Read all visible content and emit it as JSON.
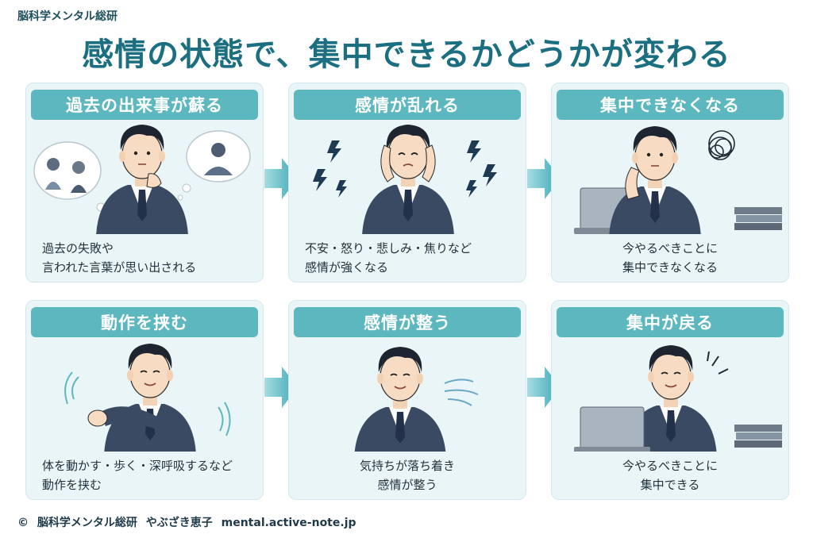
{
  "org_name": "脳科学メンタル総研",
  "title": "感情の状態で、集中できるかどうかが変わる",
  "cards": [
    {
      "heading": "過去の出来事が蘇る",
      "description": "過去の失敗や\n言われた言葉が思い出される"
    },
    {
      "heading": "感情が乱れる",
      "description": "不安・怒り・悲しみ・焦りなど\n感情が強くなる"
    },
    {
      "heading": "集中できなくなる",
      "description": "今やるべきことに\n集中できなくなる"
    },
    {
      "heading": "動作を挟む",
      "description": "体を動かす・歩く・深呼吸するなど\n動作を挟む"
    },
    {
      "heading": "感情が整う",
      "description": "気持ちが落ち着き\n感情が整う"
    },
    {
      "heading": "集中が戻る",
      "description": "今やるべきことに\n集中できる"
    }
  ],
  "footer": {
    "copyright_symbol": "©",
    "org": "脳科学メンタル総研",
    "author": "やぶざき恵子",
    "url": "mental.active-note.jp"
  },
  "colors": {
    "title": "#1b6f80",
    "card_header": "#5cb7bf",
    "card_background": "#eaf5f8",
    "arrow": "#4fb3bd",
    "suit": "#3b4a63"
  },
  "icons": [
    "thought-bubble-icon",
    "lightning-icon",
    "tangled-scribble-icon",
    "motion-lines-icon",
    "breath-wind-icon",
    "sparkle-lines-icon",
    "laptop-icon",
    "book-stack-icon",
    "right-arrow-icon"
  ]
}
